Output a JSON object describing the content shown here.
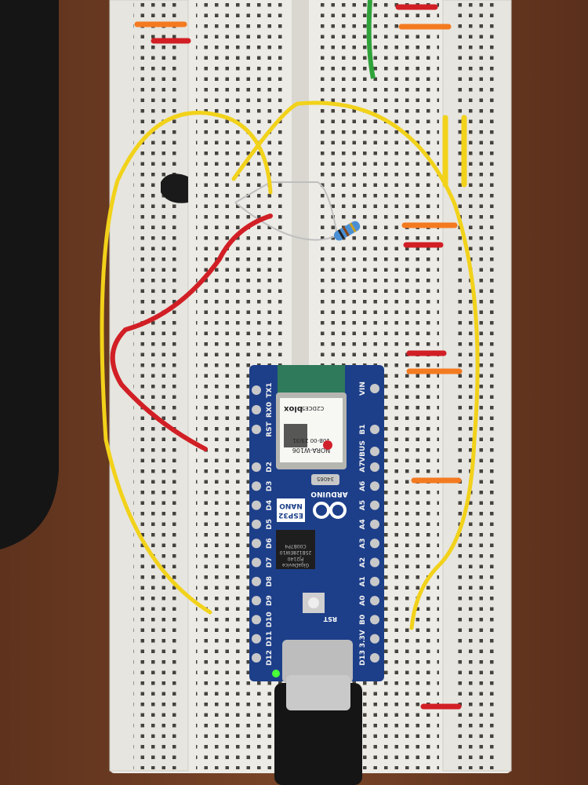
{
  "scene": {
    "colors": {
      "wood": "#6e3d24",
      "breadboard": "#ecebe6",
      "pcb": "#1d3f8a",
      "yellow_wire": "#f2d21a",
      "red_wire": "#d11f25",
      "orange_jumper": "#f47a20",
      "green_wire": "#2fa33a",
      "led": "#49ff3a"
    },
    "board": {
      "brand": "ARDUINO",
      "model_line1": "NANO",
      "model_line2": "ESP32",
      "module": {
        "part": "NORA-W106",
        "code": "10B-00 23/31",
        "serial": "C2DCE5",
        "maker": "blox"
      },
      "crystal": "34065",
      "flash_chip": "GigaDevice PJ2140 25B128EW10 C00B7P4",
      "reset_label": "RST",
      "pins_left_top": [
        "TX1",
        "RX0",
        "RST"
      ],
      "pins_left": [
        "D2",
        "D3",
        "D4",
        "D5",
        "D6",
        "D7",
        "D8",
        "D9",
        "D10",
        "D11",
        "D12"
      ],
      "pins_right_top": [
        "VIN",
        "B1",
        "VBUS"
      ],
      "pins_right": [
        "A7",
        "A6",
        "A5",
        "A4",
        "A3",
        "A2",
        "A1",
        "A0",
        "B0",
        "3.3V",
        "D13"
      ]
    }
  }
}
